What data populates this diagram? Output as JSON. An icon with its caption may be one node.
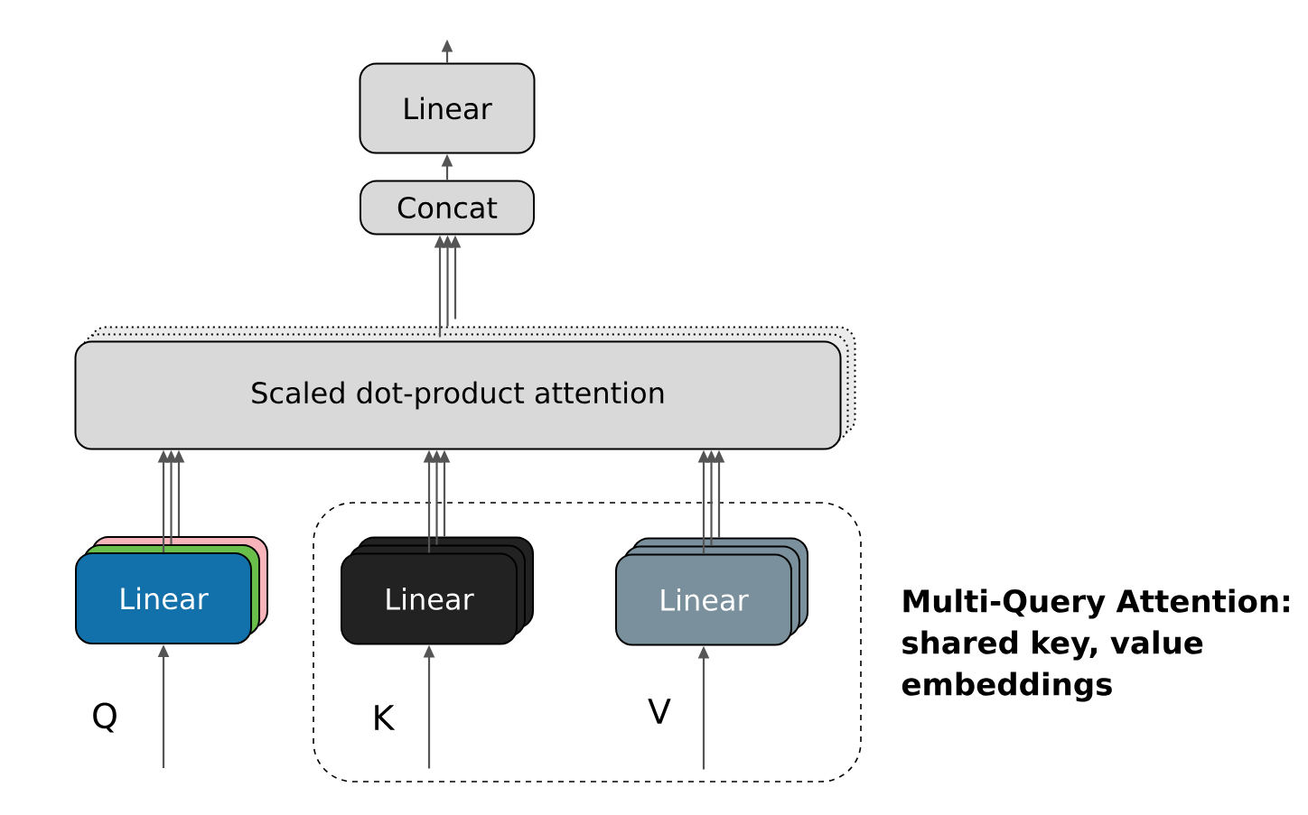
{
  "diagram": {
    "nodes": [
      {
        "text": [
          "Linear"
        ]
      },
      {
        "text": [
          "Concat"
        ]
      },
      {
        "text": [
          "Scaled dot-product attention"
        ]
      },
      {
        "text": [
          "Linear"
        ]
      },
      {
        "text": [],
        "shape": "box",
        "beside": [
          "Multi-Query Attention: shared key, value embeddings"
        ]
      },
      {
        "text": [
          "Linear"
        ],
        "in": 4
      },
      {
        "text": [
          "Linear"
        ],
        "in": 4
      }
    ],
    "edges": [
      {
        "from": 0,
        "to": null,
        "arrow": "to"
      },
      {
        "from": 1,
        "to": 0,
        "arrow": "to"
      },
      {
        "from": 2,
        "to": 1,
        "arrow": "to"
      },
      {
        "from": 2,
        "to": 1,
        "arrow": "to"
      },
      {
        "from": 2,
        "to": 1,
        "arrow": "to"
      },
      {
        "from": 3,
        "to": 2,
        "arrow": "to"
      },
      {
        "from": 3,
        "to": 2,
        "arrow": "to"
      },
      {
        "from": 3,
        "to": 2,
        "arrow": "to"
      },
      {
        "from": 5,
        "to": 2,
        "arrow": "to"
      },
      {
        "from": 5,
        "to": 2,
        "arrow": "to"
      },
      {
        "from": 5,
        "to": 2,
        "arrow": "to"
      },
      {
        "from": 6,
        "to": 2,
        "arrow": "to"
      },
      {
        "from": 6,
        "to": 2,
        "arrow": "to"
      },
      {
        "from": 6,
        "to": 2,
        "arrow": "to"
      },
      {
        "from": null,
        "to": 3,
        "arrow": "to"
      },
      {
        "from": null,
        "to": 5,
        "arrow": "to"
      },
      {
        "from": null,
        "to": 6,
        "arrow": "to"
      }
    ],
    "labels": [
      "Q",
      "K",
      "V"
    ]
  }
}
